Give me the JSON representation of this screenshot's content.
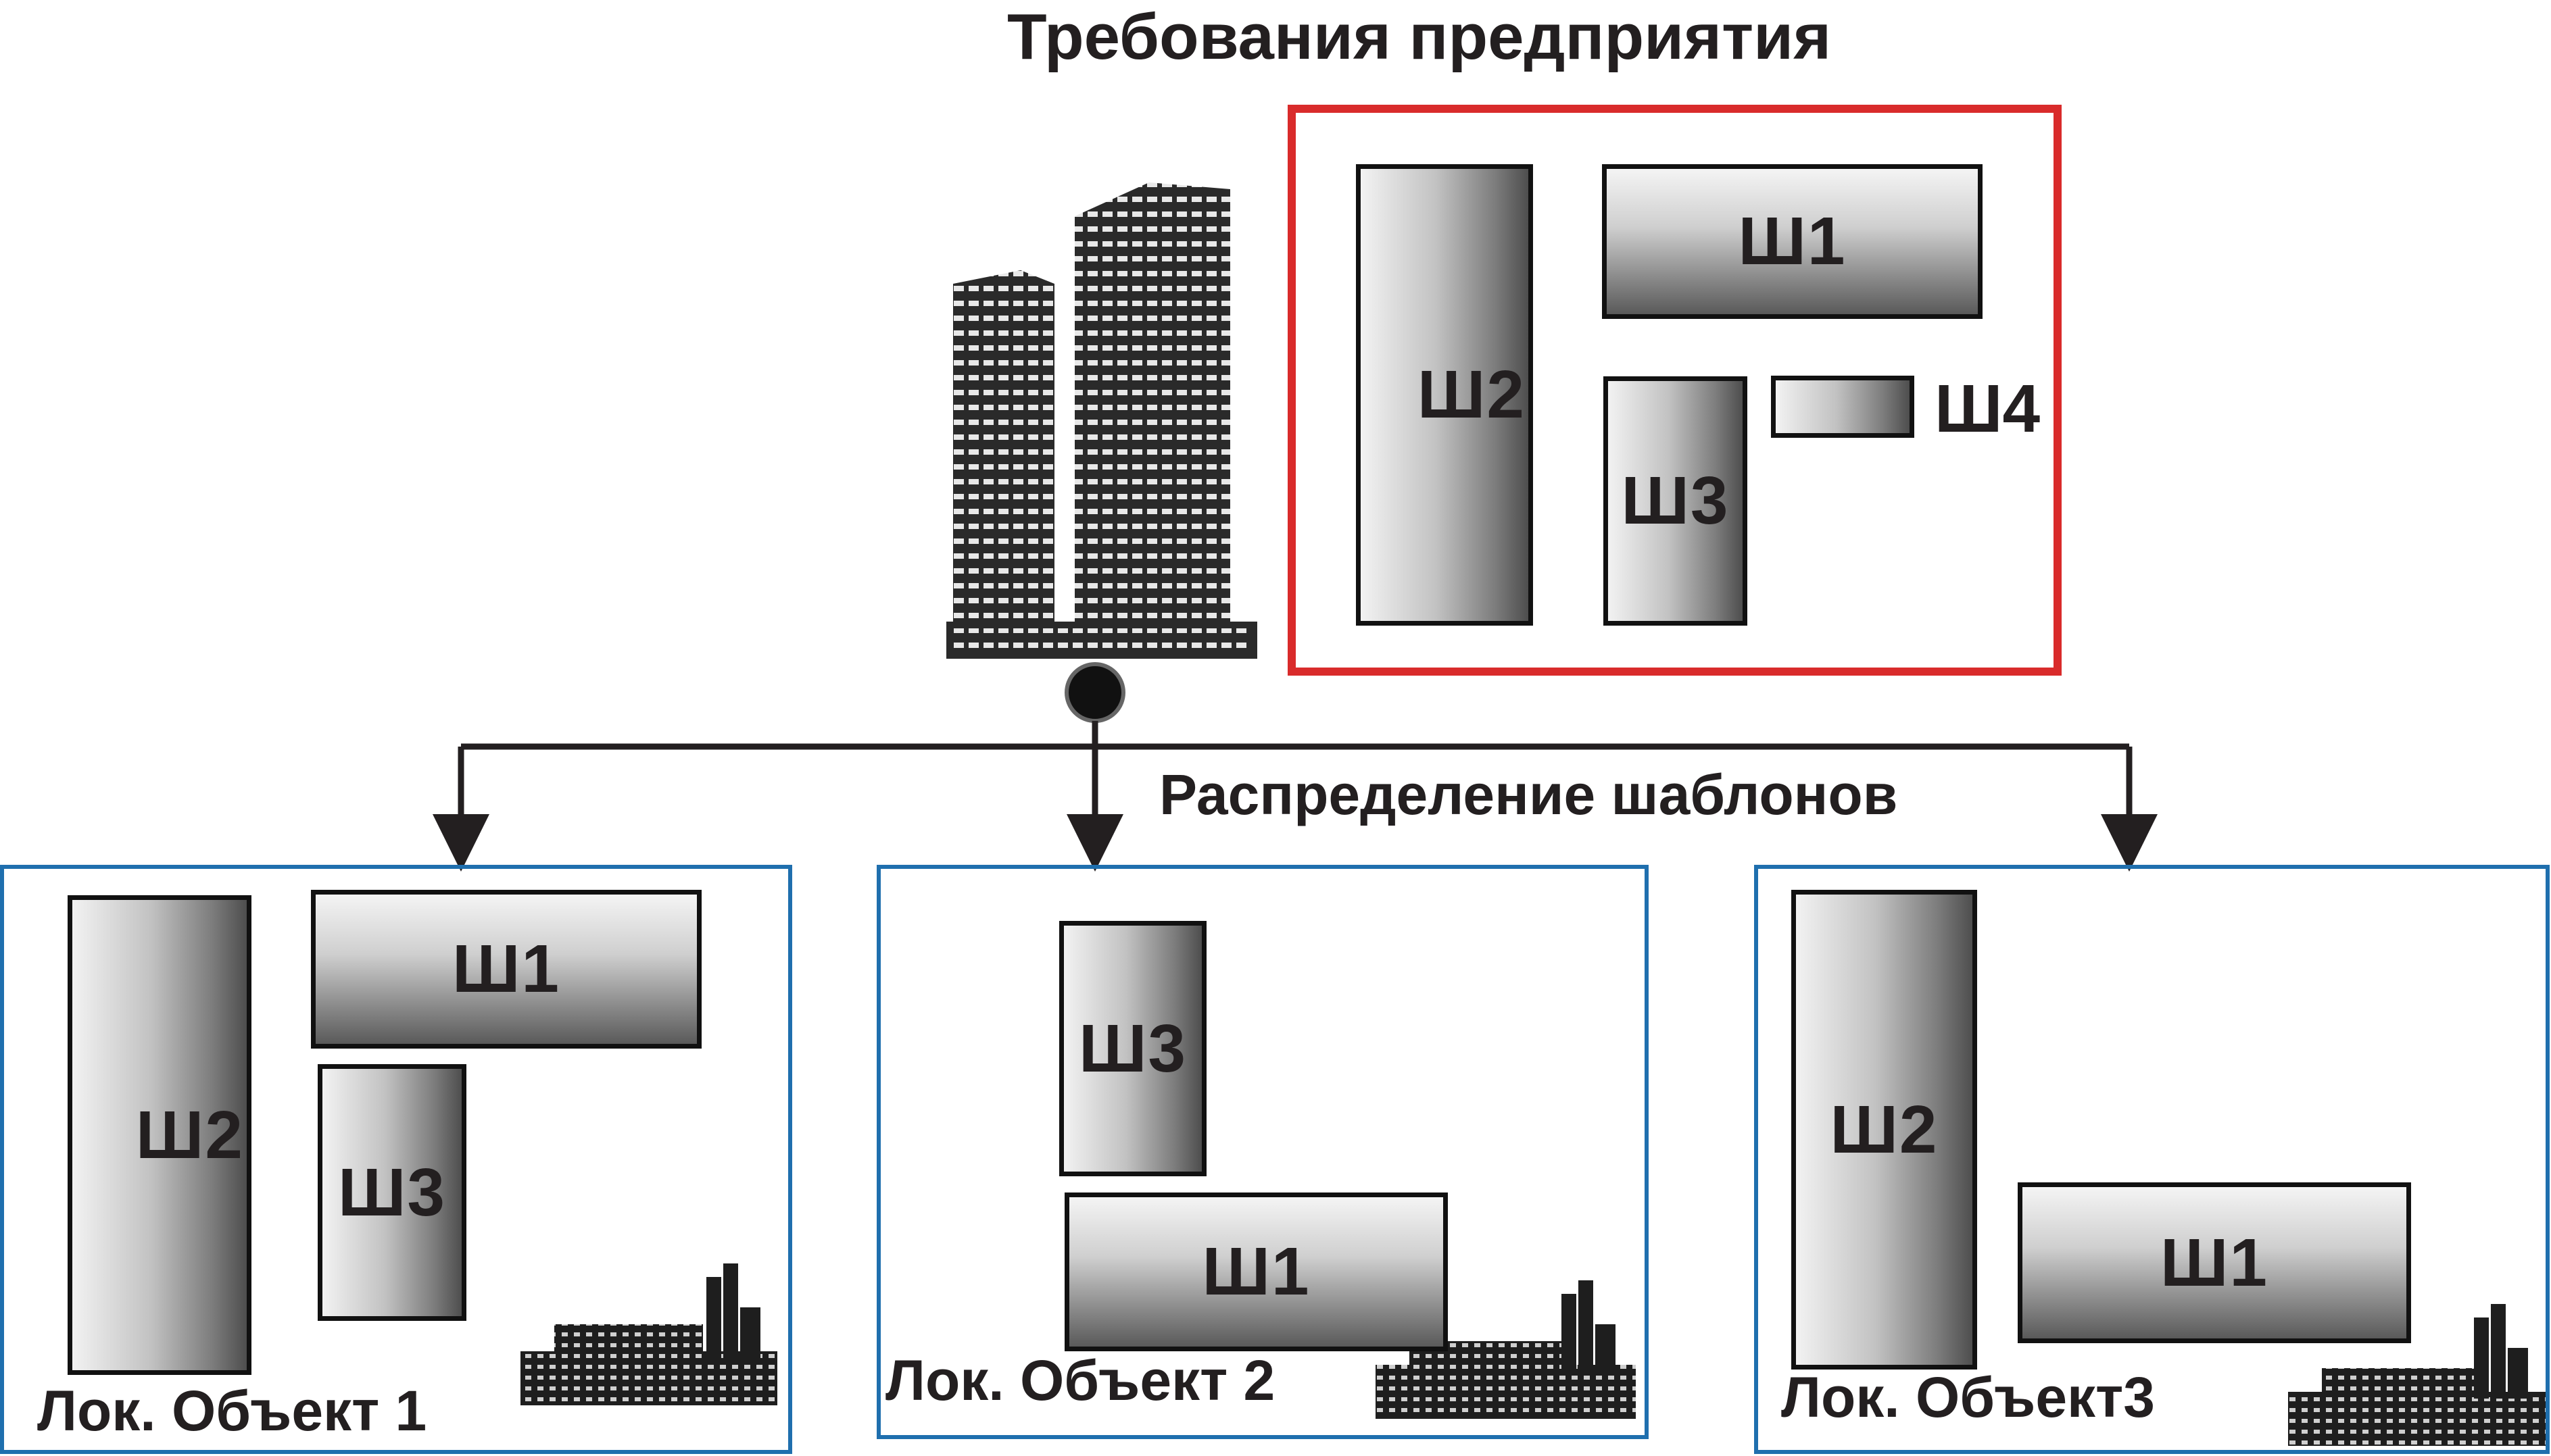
{
  "title": "Требования предприятия",
  "distribution_label": "Распределение шаблонов",
  "enterprise": {
    "templates": {
      "t1": "Ш1",
      "t2": "Ш2",
      "t3": "Ш3",
      "t4": "Ш4"
    }
  },
  "local_objects": [
    {
      "label": "Лок. Объект 1",
      "templates": {
        "t1": "Ш1",
        "t2": "Ш2",
        "t3": "Ш3"
      }
    },
    {
      "label": "Лок. Объект 2",
      "templates": {
        "t1": "Ш1",
        "t3": "Ш3"
      }
    },
    {
      "label": "Лок. Объект3",
      "templates": {
        "t1": "Ш1",
        "t2": "Ш2"
      }
    }
  ],
  "colors": {
    "enterprise_frame": "#d92b2b",
    "local_frame": "#1f6fae",
    "connector": "#231f20"
  },
  "icons": {
    "enterprise": "office-building-icon",
    "local_object": "factory-icon",
    "root_node": "filled-circle-node"
  }
}
